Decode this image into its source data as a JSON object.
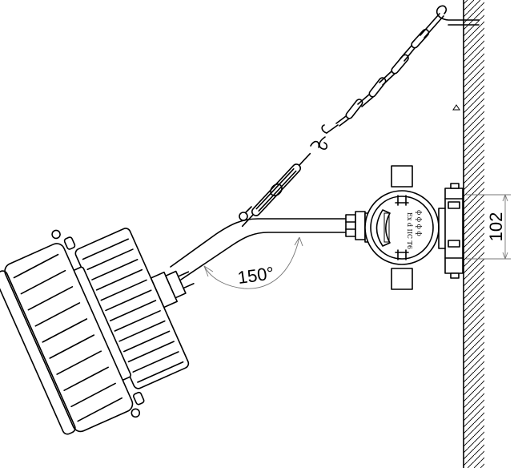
{
  "diagram": {
    "angle_label": "150°",
    "dimension_label": "102",
    "box_marking": [
      "Ex d IIC T6",
      "ф  ф  ф  ф"
    ]
  },
  "colors": {
    "line": "#000000",
    "dimension": "#777777",
    "background": "#ffffff"
  }
}
